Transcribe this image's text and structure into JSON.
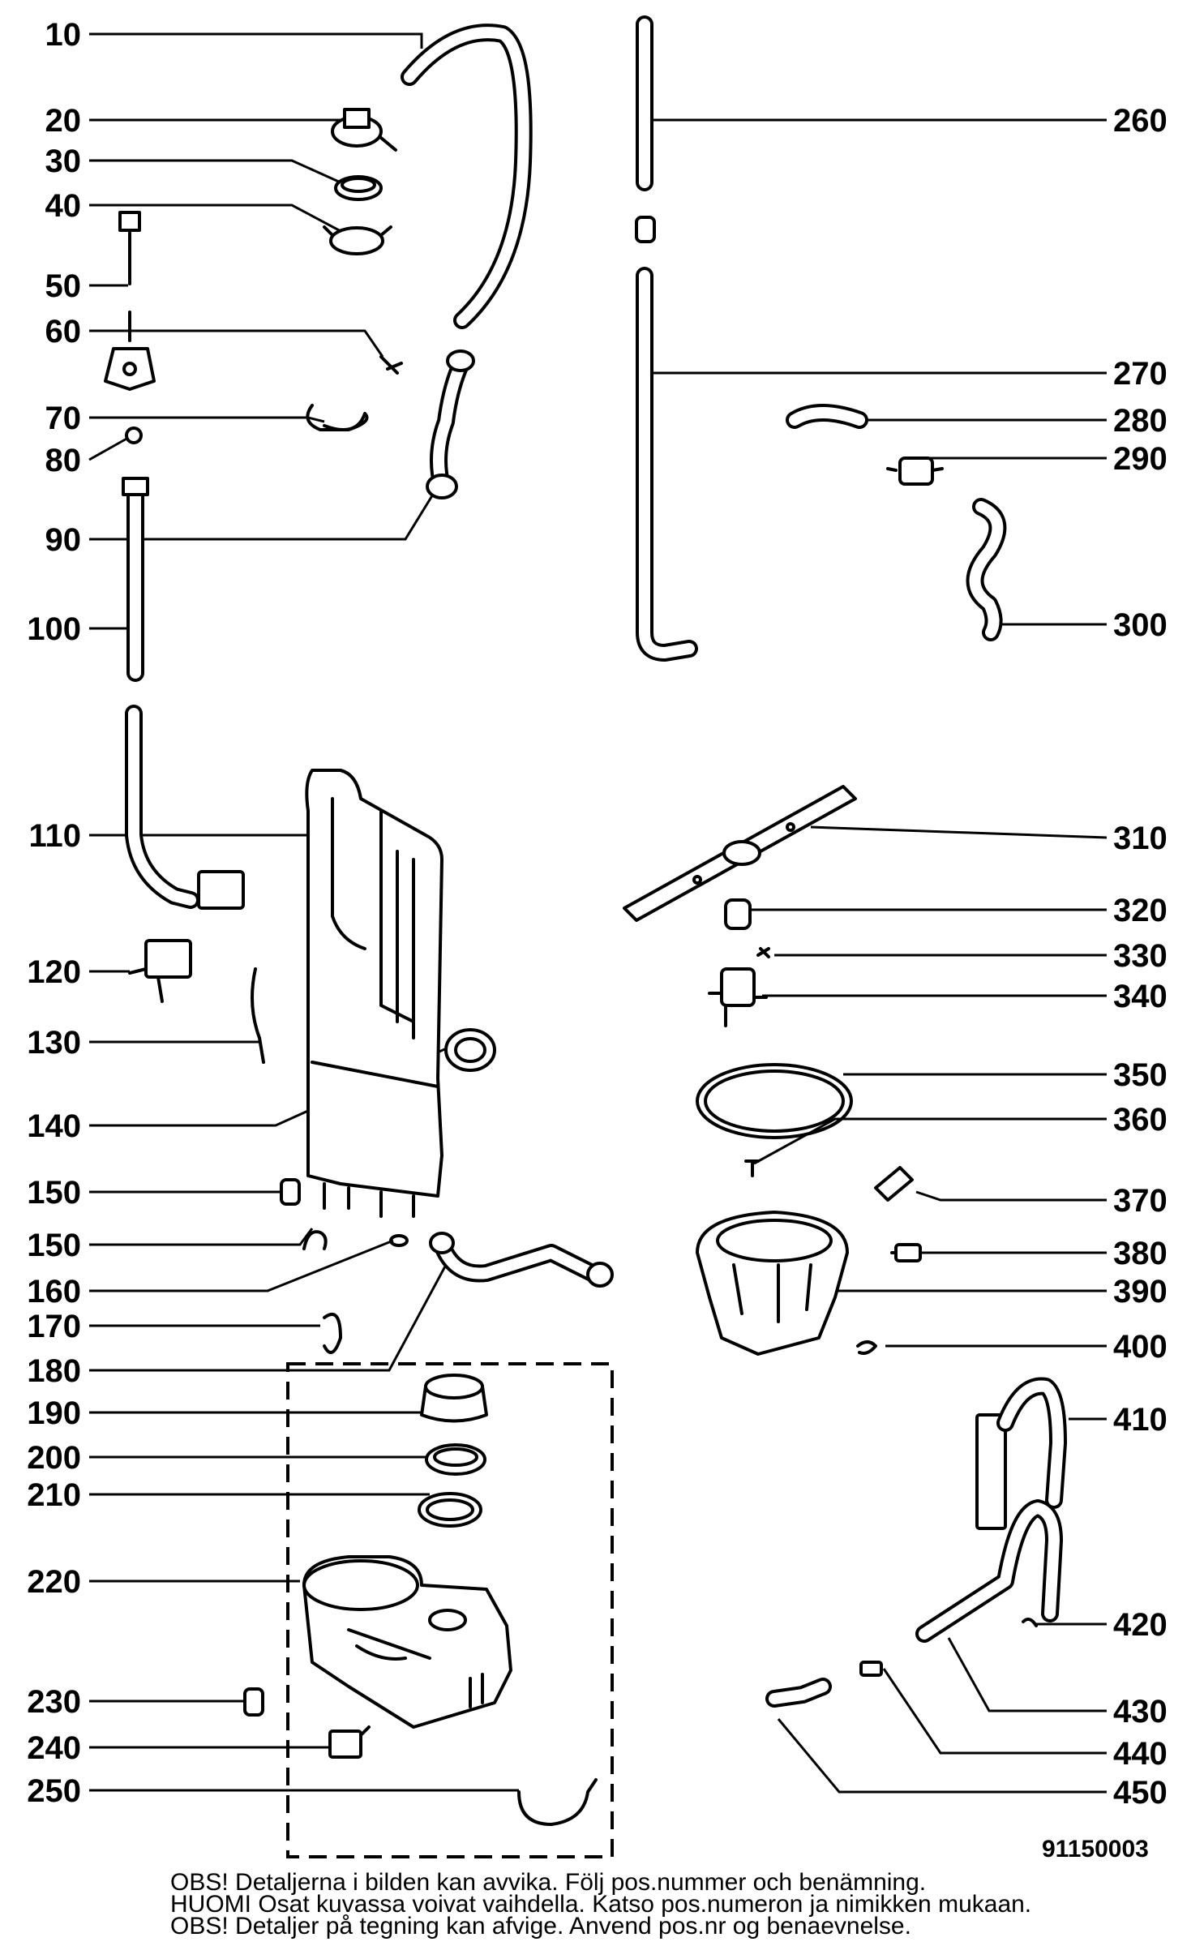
{
  "document_number": "91150003",
  "notes": [
    "OBS! Detaljerna i bilden kan avvika. Följ pos.nummer och benämning.",
    "HUOMI Osat kuvassa voivat vaihdella. Katso pos.numeron ja nimikken mukaan.",
    "OBS! Detaljer på tegning kan afvige. Anvend pos.nr og benaevnelse."
  ],
  "callouts_left": [
    "10",
    "20",
    "30",
    "40",
    "50",
    "60",
    "70",
    "80",
    "90",
    "100",
    "110",
    "120",
    "130",
    "140",
    "150",
    "150",
    "160",
    "170",
    "180",
    "190",
    "200",
    "210",
    "220",
    "230",
    "240",
    "250"
  ],
  "callouts_right": [
    "260",
    "270",
    "280",
    "290",
    "300",
    "310",
    "320",
    "330",
    "340",
    "350",
    "360",
    "370",
    "380",
    "390",
    "400",
    "410",
    "420",
    "430",
    "440",
    "450"
  ]
}
